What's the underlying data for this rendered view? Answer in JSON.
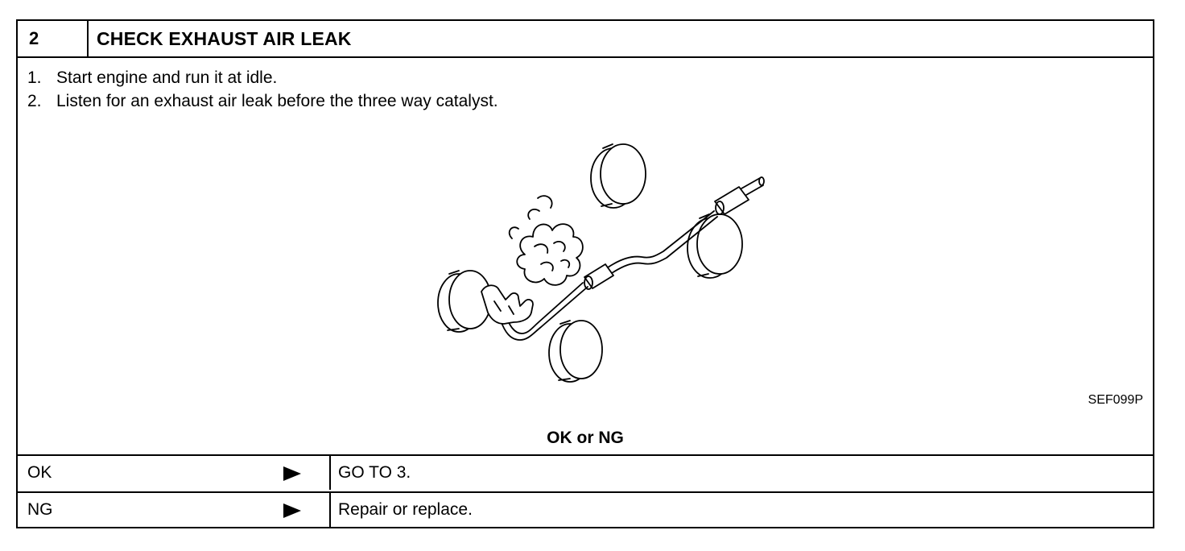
{
  "step": {
    "number": "2",
    "title": "CHECK EXHAUST AIR LEAK"
  },
  "instructions": [
    {
      "num": "1.",
      "text": "Start engine and run it at idle."
    },
    {
      "num": "2.",
      "text": "Listen for an exhaust air leak before the three way catalyst."
    }
  ],
  "figure": {
    "code": "SEF099P",
    "icon": "exhaust-leak-illustration-icon"
  },
  "result": {
    "title": "OK or NG",
    "rows": [
      {
        "label": "OK",
        "action": "GO TO 3."
      },
      {
        "label": "NG",
        "action": "Repair or replace."
      }
    ]
  }
}
